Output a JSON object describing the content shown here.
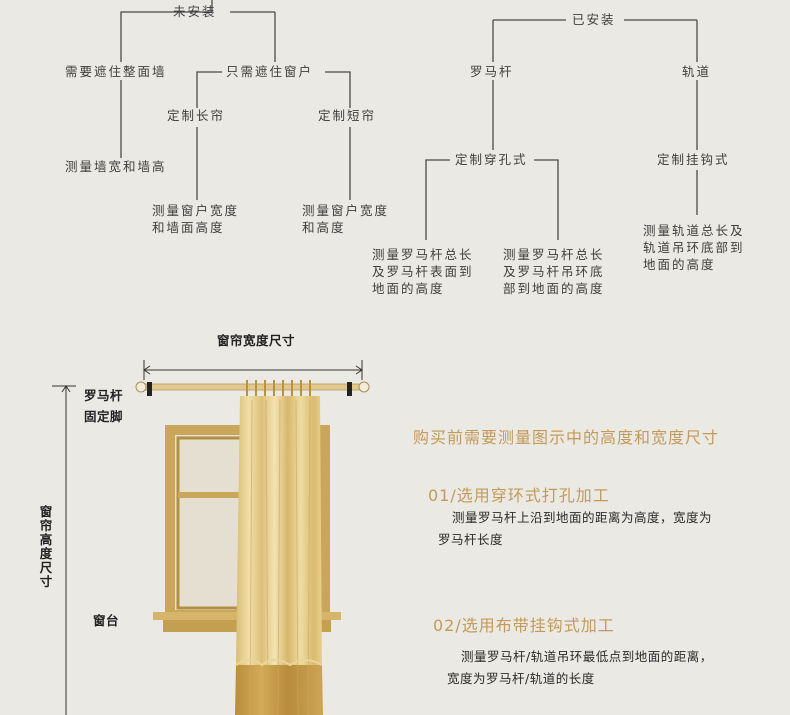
{
  "tree": {
    "not_installed": "未安装",
    "cover_wall": "需要遮住整面墙",
    "cover_window": "只需遮住窗户",
    "custom_long": "定制长帘",
    "custom_short": "定制短帘",
    "measure_wall": "测量墙宽和墙高",
    "measure_long": "测量窗户宽度\n和墙面高度",
    "measure_short": "测量窗户宽度\n和高度",
    "installed": "已安装",
    "roman_rod": "罗马杆",
    "track": "轨道",
    "custom_ring": "定制穿孔式",
    "custom_hook": "定制挂钩式",
    "measure_rod_surface": "测量罗马杆总长\n及罗马杆表面到\n地面的高度",
    "measure_rod_ring": "测量罗马杆总长\n及罗马杆吊环底\n部到地面的高度",
    "measure_track": "测量轨道总长及\n轨道吊环底部到\n地面的高度"
  },
  "diagram": {
    "width_label": "窗帘宽度尺寸",
    "rod_label": "罗马杆",
    "bracket_label": "固定脚",
    "height_label": "窗帘高度尺寸",
    "sill_label": "窗台"
  },
  "info": {
    "headline": "购买前需要测量图示中的高度和宽度尺寸",
    "step1_title": "01/选用穿环式打孔加工",
    "step1_desc": "测量罗马杆上沿到地面的距离为高度，宽度为\n罗马杆长度",
    "step2_title": "02/选用布带挂钩式加工",
    "step2_desc": "测量罗马杆/轨道吊环最低点到地面的距离，\n宽度为罗马杆/轨道的长度"
  },
  "colors": {
    "gold": "#c49a5a",
    "frame": "#c9a65a",
    "curtain": "#e6cf8e",
    "curtain_bottom": "#c89f4e"
  }
}
